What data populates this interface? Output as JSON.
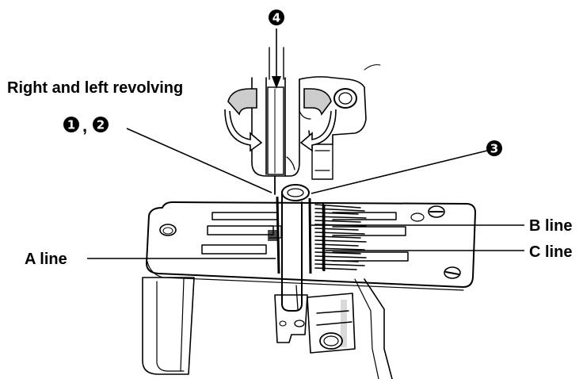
{
  "labels": {
    "revolving": "Right and left revolving",
    "a_line": "A line",
    "b_line": "B line",
    "c_line": "C line",
    "comma": ","
  },
  "callouts": {
    "n1": "1",
    "n2": "2",
    "n3": "3",
    "n4": "4"
  },
  "colors": {
    "ink": "#000000",
    "shade": "#cccccc",
    "background": "#ffffff"
  }
}
